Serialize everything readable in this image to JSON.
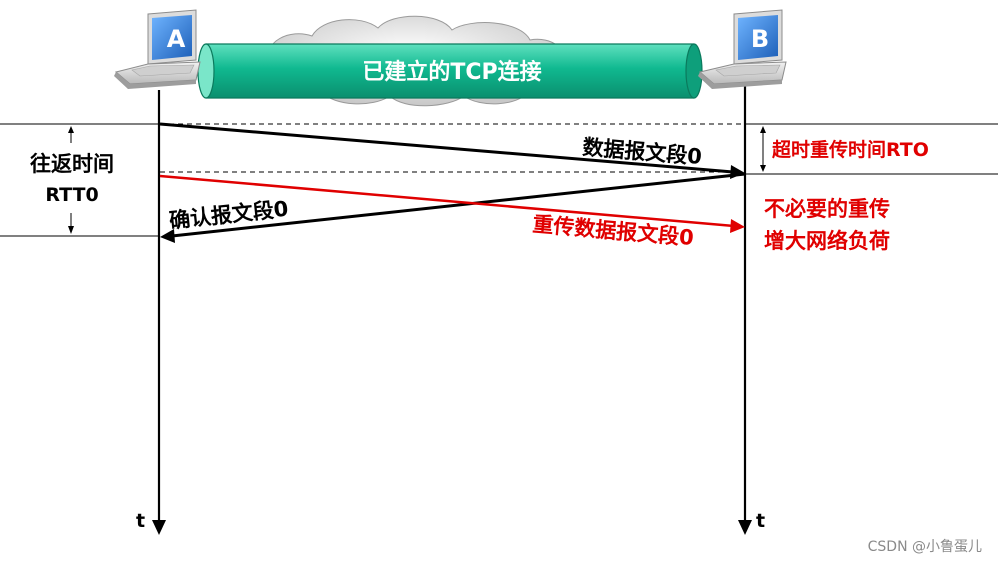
{
  "hosts": {
    "a": {
      "letter": "A"
    },
    "b": {
      "letter": "B"
    }
  },
  "connection": {
    "label": "已建立的TCP连接"
  },
  "time_label": "t",
  "rtt": {
    "line1": "往返时间",
    "line2": "RTT0"
  },
  "rto": {
    "label": "超时重传时间RTO"
  },
  "segments": {
    "data": "数据报文段0",
    "ack": "确认报文段0",
    "retransmit": "重传数据报文段0"
  },
  "note": {
    "line1": "不必要的重传",
    "line2": "增大网络负荷"
  },
  "watermark": "CSDN @小鲁蛋儿",
  "colors": {
    "tube": "#10b990",
    "tube_dark": "#0b8a6a",
    "laptop_screen": "#2f7fd8",
    "red": "#e00000"
  }
}
